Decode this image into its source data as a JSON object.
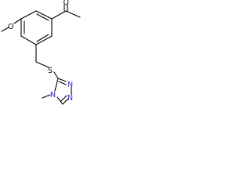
{
  "molecule": {
    "atom_labels": {
      "carbonyl_oxygen": "O",
      "methoxy_oxygen": "O",
      "thioether_sulfur": "S",
      "ring_n1": "N",
      "ring_n2": "N",
      "ring_n4": "N"
    },
    "colors": {
      "bond": "#000000",
      "text": "#000000",
      "nitrogen": "#2a2ad8"
    }
  }
}
